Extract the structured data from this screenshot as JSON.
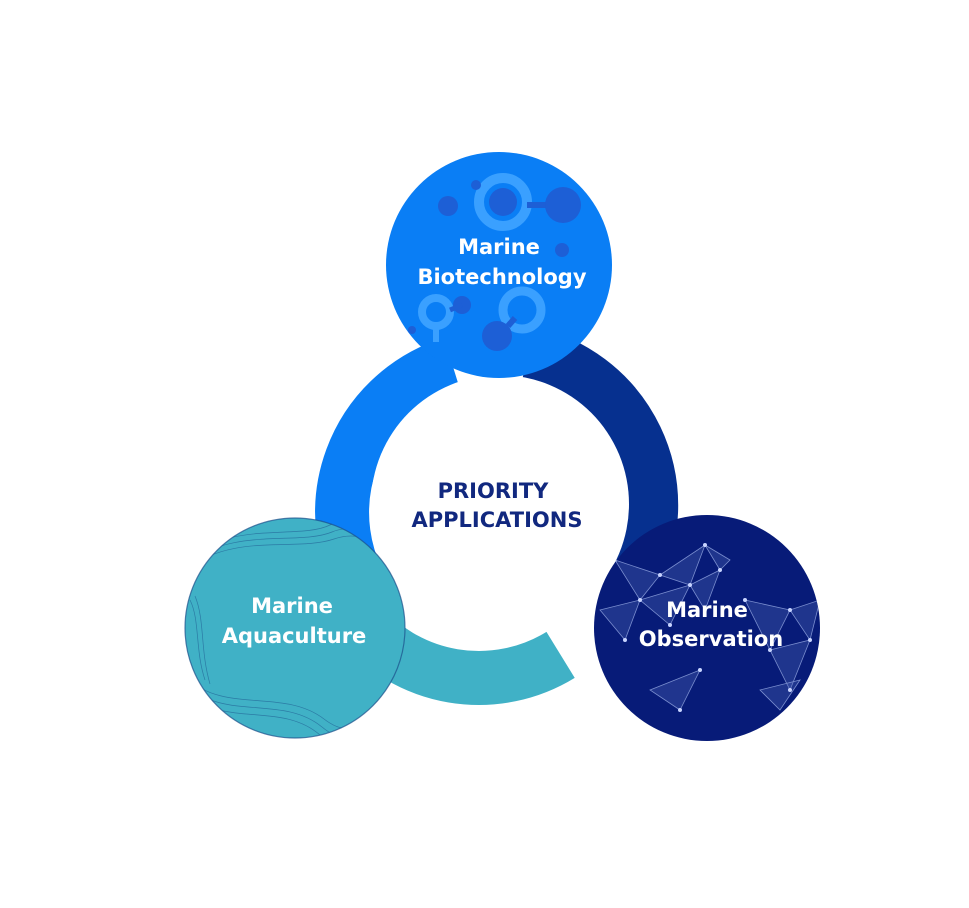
{
  "center": {
    "line1": "PRIORITY",
    "line2": "APPLICATIONS"
  },
  "nodes": {
    "biotech": {
      "line1": "Marine",
      "line2": "Biotechnology"
    },
    "aquaculture": {
      "line1": "Marine",
      "line2": "Aquaculture"
    },
    "observation": {
      "line1": "Marine",
      "line2": "Observation"
    }
  },
  "colors": {
    "bright_blue": "#0a7ef5",
    "dark_blue": "#06308f",
    "navy": "#071b78",
    "teal": "#40b1c6",
    "center_text": "#11287f",
    "white": "#ffffff"
  }
}
